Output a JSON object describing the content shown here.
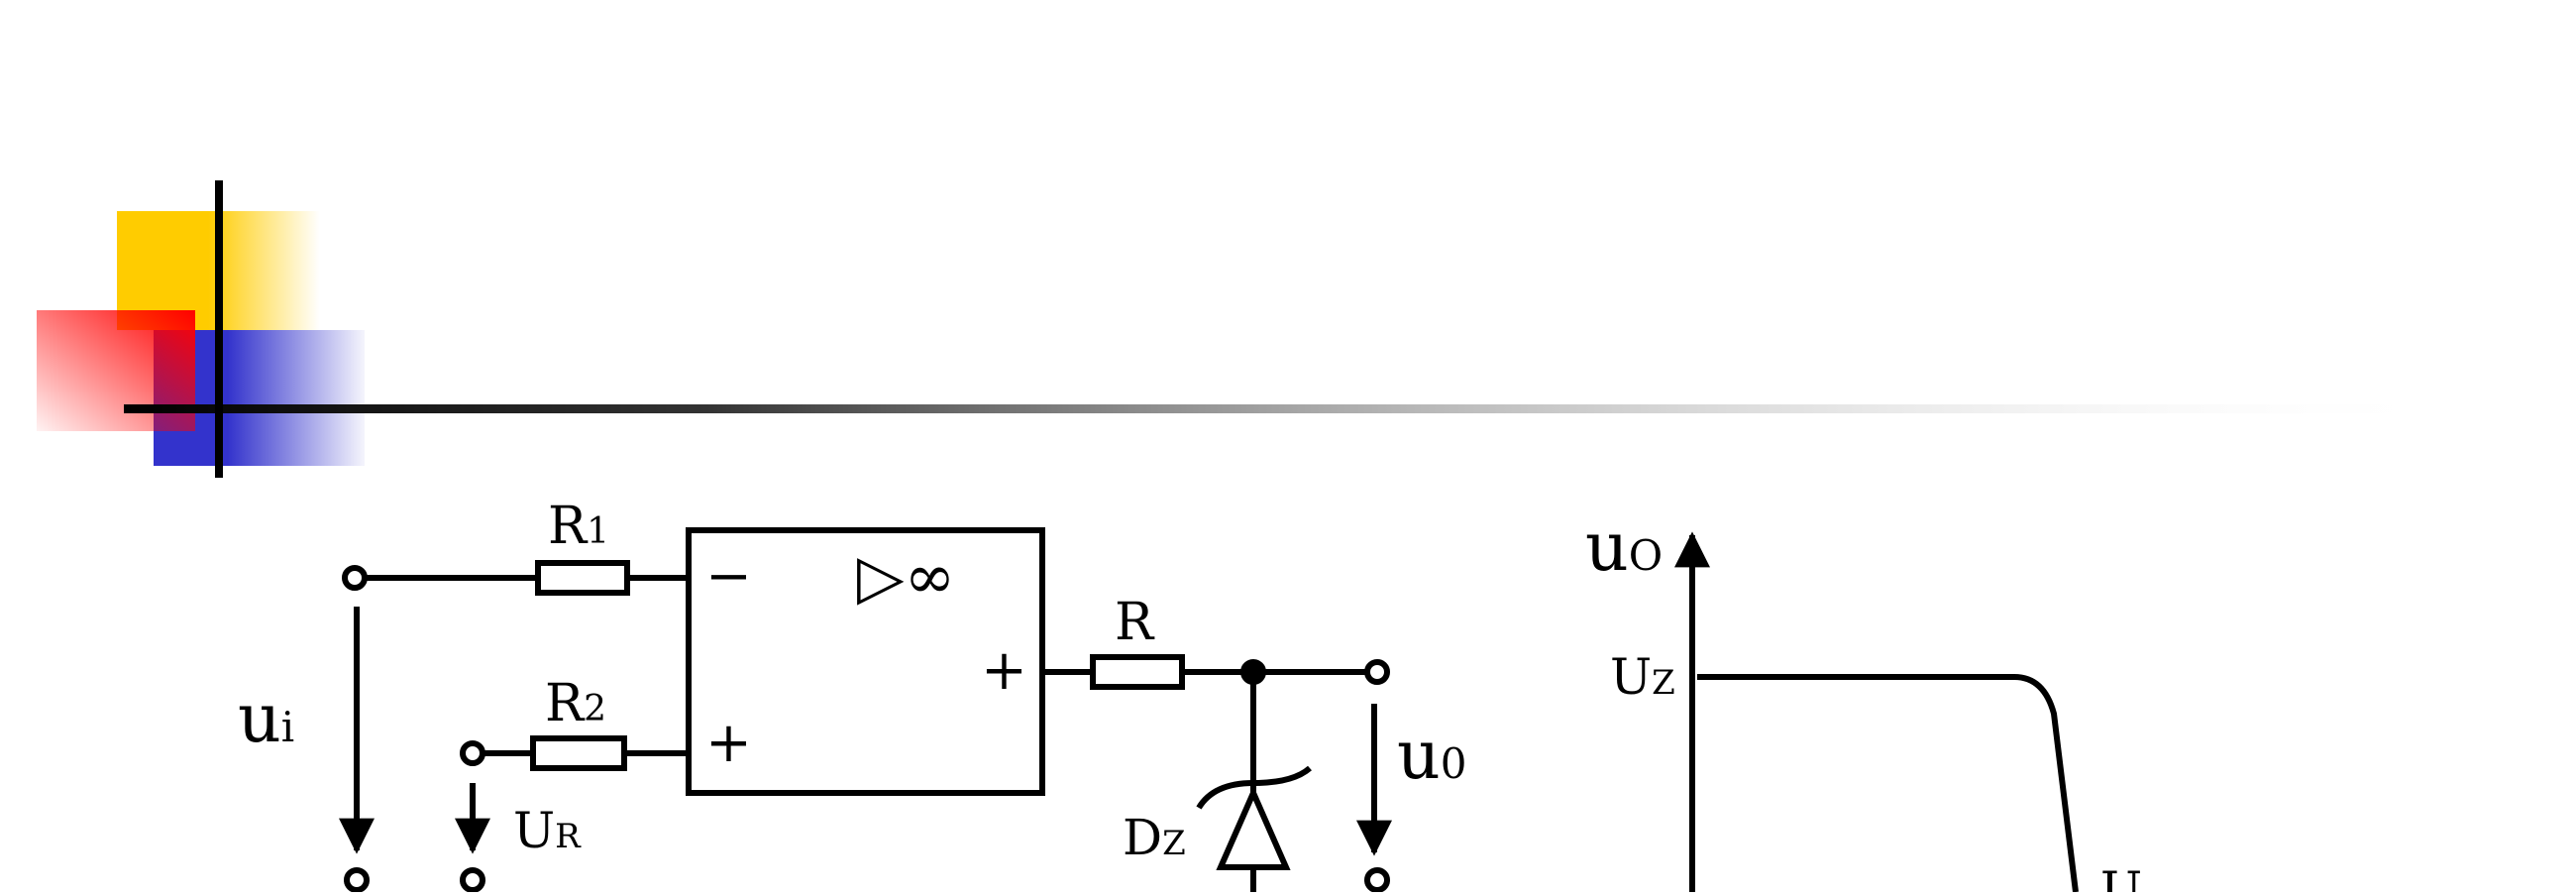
{
  "colors": {
    "yellow": "#ffcc00",
    "red": "#ff0000",
    "blue": "#3333cc",
    "line": "#000000",
    "background": "#ffffff"
  },
  "circuit": {
    "r1": "R",
    "r1_sub": "1",
    "r2": "R",
    "r2_sub": "2",
    "r": "R",
    "opamp_minus": "−",
    "opamp_plus_in": "+",
    "opamp_plus_out": "+",
    "opamp_symbol": "▷∞",
    "ui": "u",
    "ui_sub": "i",
    "ur": "U",
    "ur_sub": "R",
    "dz": "D",
    "dz_sub": "Z",
    "uo": "u",
    "uo_sub": "0"
  },
  "graph": {
    "y_axis_label": "u",
    "y_axis_sub": "O",
    "uz_label": "U",
    "uz_sub": "Z",
    "threshold_label": "U"
  }
}
